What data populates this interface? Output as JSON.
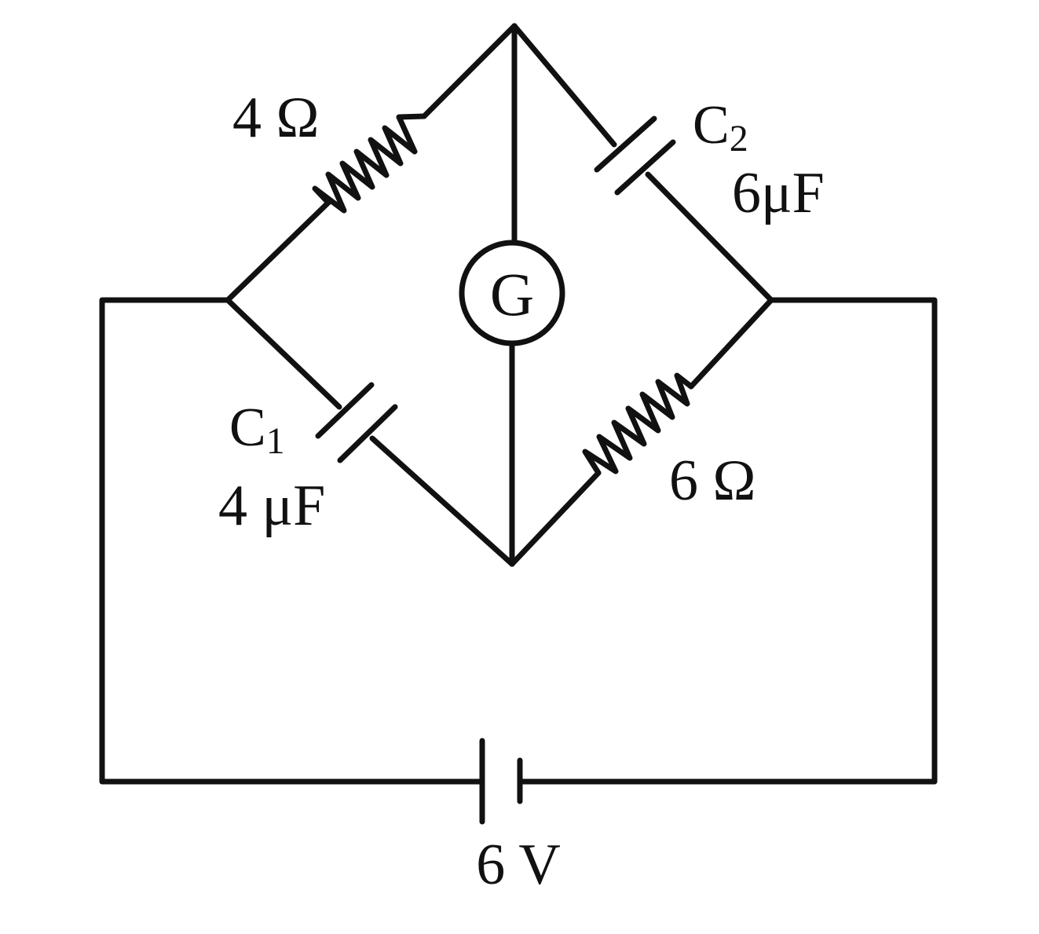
{
  "diagram": {
    "resistor_left": {
      "value": "4 Ω"
    },
    "resistor_right": {
      "value": "6 Ω"
    },
    "capacitor_left": {
      "name": "C",
      "index": "1",
      "value": "4 μF"
    },
    "capacitor_right": {
      "name": "C",
      "index": "2",
      "value": "6μF"
    },
    "galvanometer": {
      "symbol": "G"
    },
    "battery": {
      "value": "6 V"
    }
  },
  "colors": {
    "ink": "#111111",
    "background": "#ffffff"
  }
}
